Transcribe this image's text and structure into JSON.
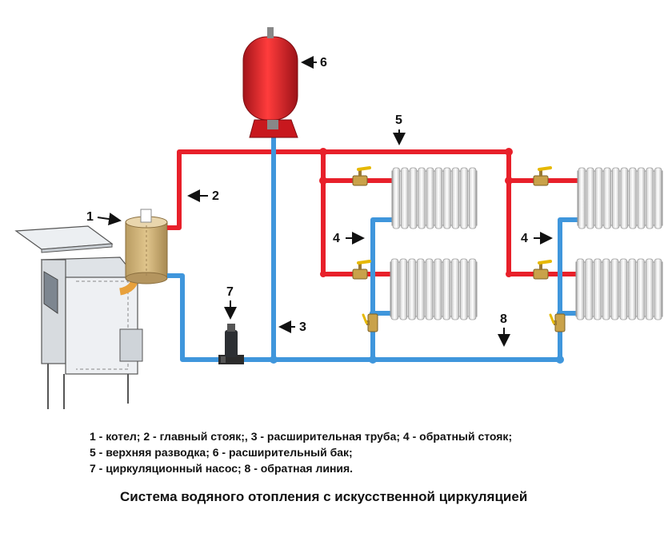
{
  "markers": {
    "m1": "1",
    "m2": "2",
    "m3": "3",
    "m4a": "4",
    "m4b": "4",
    "m5": "5",
    "m6": "6",
    "m7": "7",
    "m8": "8"
  },
  "legend": {
    "line1": "1 - котел; 2 - главный стояк;, 3 - расширительная труба; 4 - обратный стояк;",
    "line2": "5 - верхняя разводка; 6 - расширительный бак;",
    "line3": "7 - циркуляционный насос; 8 - обратная линия."
  },
  "caption": "Система водяного отопления с искусственной циркуляцией",
  "colors": {
    "supply_pipe": "#e8202a",
    "return_pipe": "#3f96dc",
    "tank": "#e02228",
    "boiler_tank": "#d2ac7a",
    "radiator": "#eeeeee",
    "valve": "#c9a24a"
  },
  "icons": {
    "tank": "expansion-tank-icon",
    "pump": "circulation-pump-icon",
    "boiler": "boiler-icon",
    "radiator": "radiator-icon",
    "valve": "valve-icon"
  }
}
